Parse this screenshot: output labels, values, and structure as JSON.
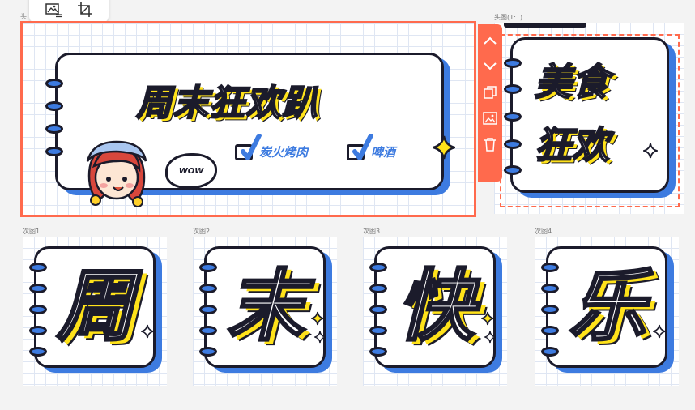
{
  "toolbar": {
    "icons": [
      "image-adjust-icon",
      "crop-icon"
    ]
  },
  "cover": {
    "label": "头",
    "title": "周末狂欢趴",
    "tags": [
      "炭火烤肉",
      "啤酒"
    ],
    "bubble_text": "WOW"
  },
  "head": {
    "label": "头图(1:1)",
    "title_line1": "美食",
    "title_line2": "狂欢"
  },
  "side_toolbar": {
    "icons": [
      "chevron-up-icon",
      "chevron-down-icon",
      "copy-icon",
      "replace-image-icon",
      "delete-icon"
    ]
  },
  "thumbs": [
    {
      "label": "次图1",
      "char": "周"
    },
    {
      "label": "次图2",
      "char": "末"
    },
    {
      "label": "次图3",
      "char": "快"
    },
    {
      "label": "次图4",
      "char": "乐"
    }
  ],
  "colors": {
    "accent": "#ff6a4d",
    "blue": "#3d7be0",
    "yellow": "#ffe21a",
    "ink": "#1b1b2b"
  }
}
